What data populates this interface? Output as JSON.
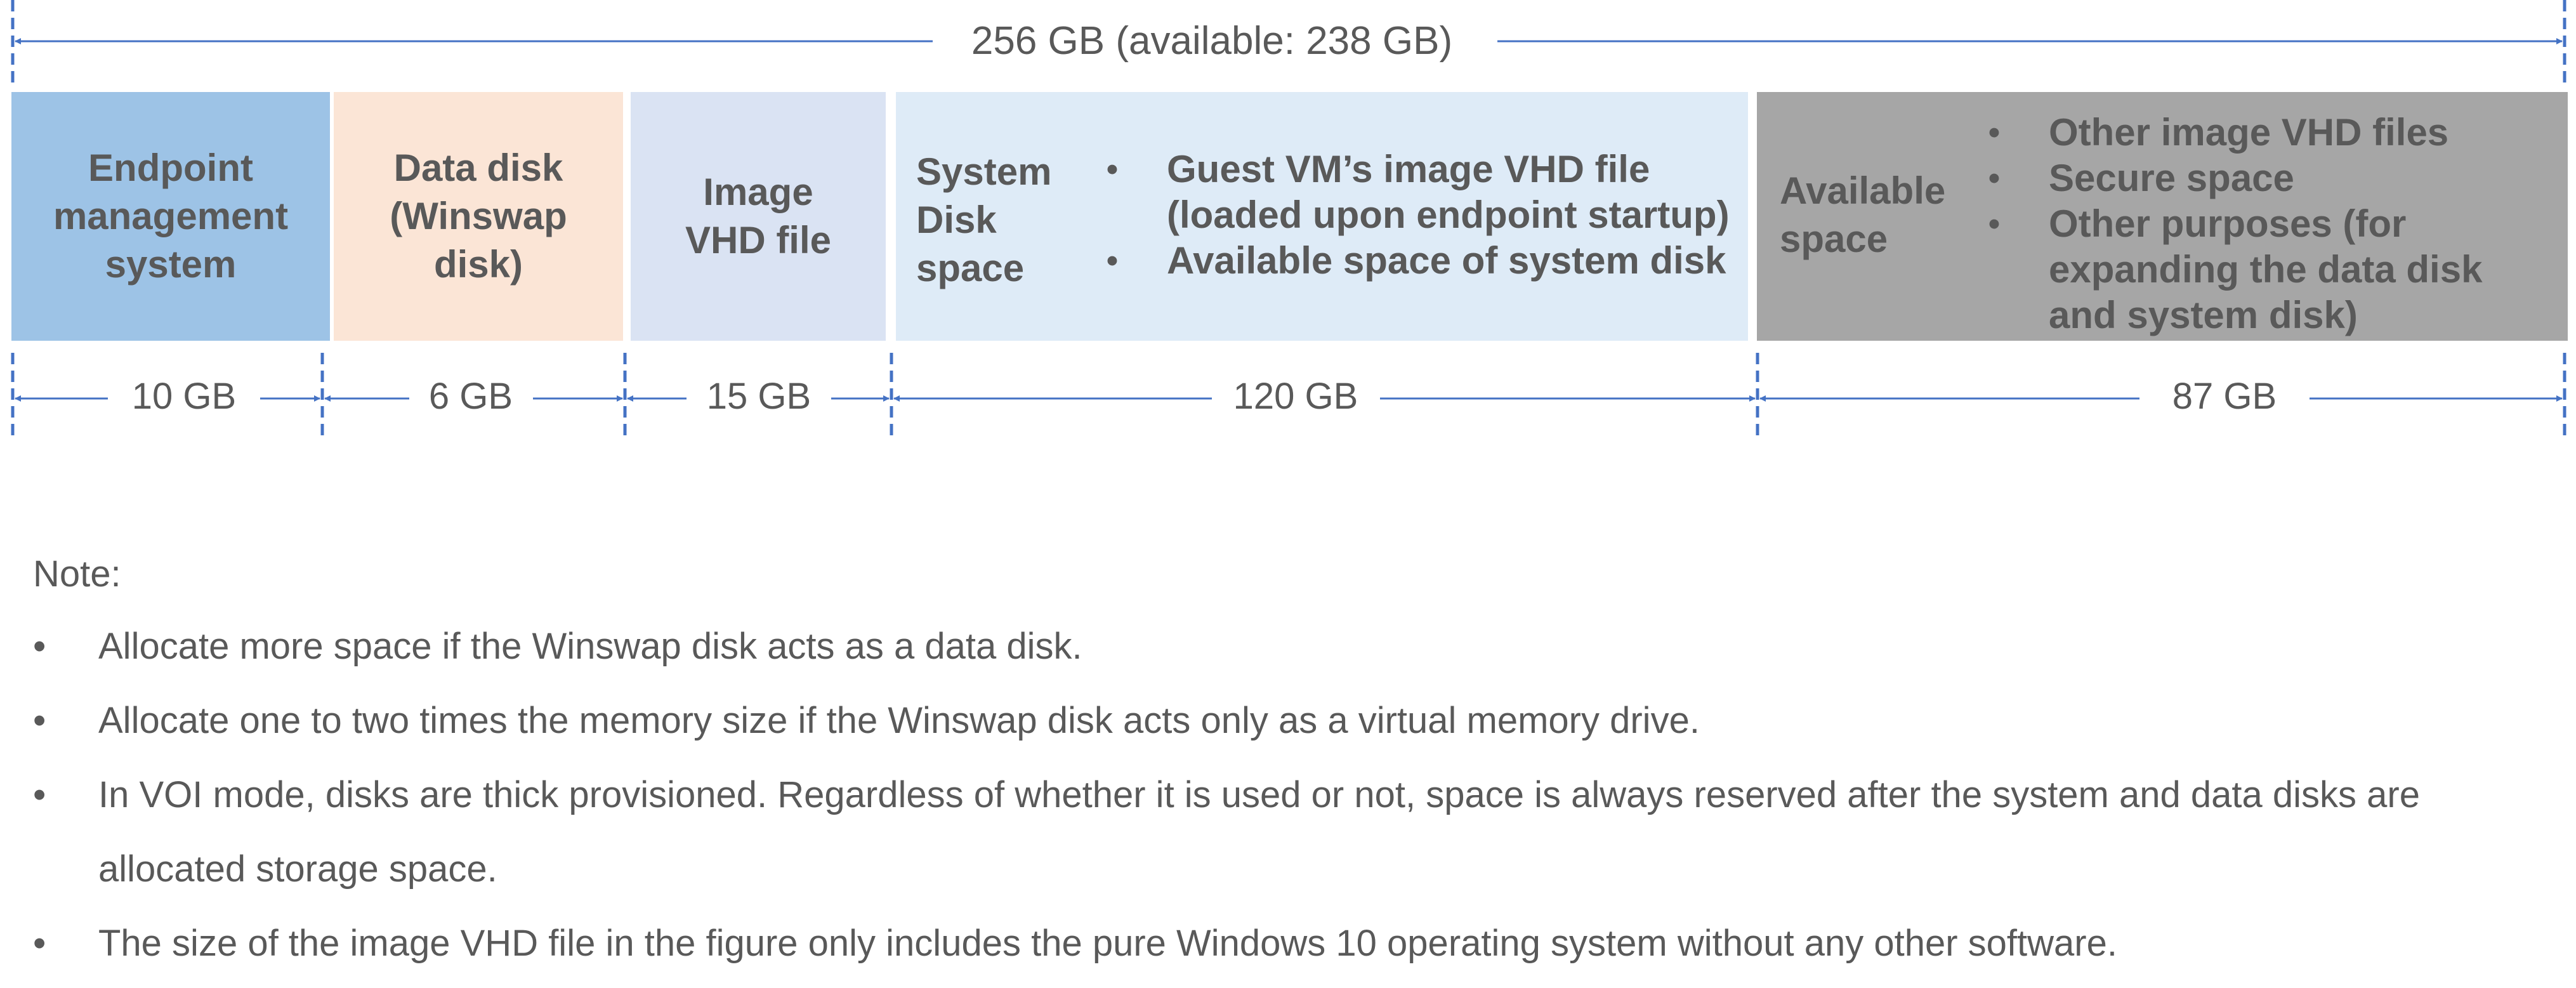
{
  "diagram": {
    "total_label": "256 GB (available: 238 GB)",
    "blocks": [
      {
        "id": "endpoint",
        "label": "Endpoint management system",
        "size": "10 GB",
        "color": "#9dc3e6"
      },
      {
        "id": "datadisk",
        "label": "Data disk (Winswap disk)",
        "size": "6 GB",
        "color": "#fbe5d6"
      },
      {
        "id": "image",
        "label": "Image VHD file",
        "size": "15 GB",
        "color": "#dae3f3"
      },
      {
        "id": "system",
        "label": "System Disk space",
        "size": "120 GB",
        "color": "#deebf7",
        "bullets": [
          "Guest VM’s image VHD file (loaded upon endpoint startup)",
          "Available space of system disk"
        ]
      },
      {
        "id": "available",
        "label": "Available space",
        "size": "87 GB",
        "color": "#a6a6a6",
        "bullets": [
          "Other image VHD files",
          "Secure space",
          "Other purposes (for expanding the data disk and system disk)"
        ]
      }
    ],
    "arrow_color": "#4472c4"
  },
  "notes": {
    "title": "Note:",
    "bullet": "•",
    "items": [
      "Allocate more space if the Winswap disk acts as a data disk.",
      "Allocate one to two times the memory size if the Winswap disk acts only as a virtual memory drive.",
      "In VOI mode, disks are thick provisioned. Regardless of whether it is used or not, space is always reserved after the system and data disks are allocated storage space.",
      "The size of the image VHD file in the figure only includes the pure Windows 10 operating system without any other software."
    ]
  }
}
